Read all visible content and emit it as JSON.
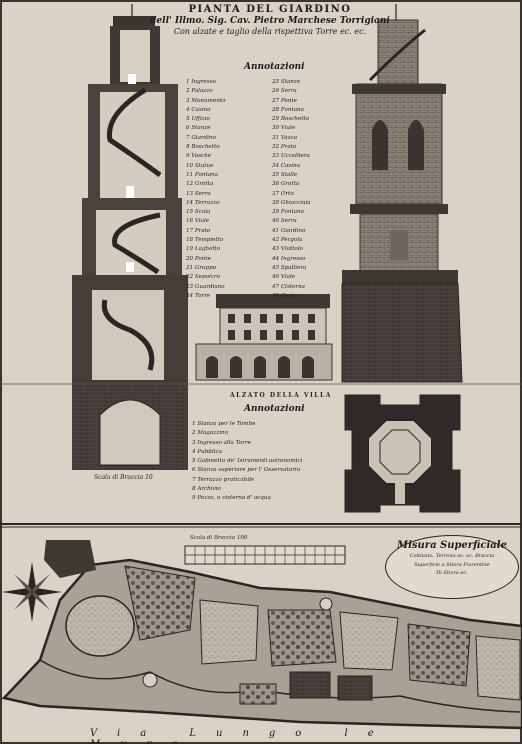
{
  "title": {
    "line1": "PIANTA DEL GIARDINO",
    "line2": "dell' Illmo. Sig. Cav. Pietro Marchese Torrigiani",
    "line3": "Con alzate e taglio della rispettiva Torre ec. ec."
  },
  "annotations_top": {
    "heading": "Annotazioni",
    "left_items": [
      "1 Ingresso",
      "2 Palazzo",
      "3 Monumento",
      "4 Casina",
      "5 Uffizio",
      "6 Stanze",
      "7 Giardino",
      "8 Boschetto",
      "9 Vasche",
      "10 Statue",
      "11 Fontana",
      "12 Grotta",
      "13 Serra",
      "14 Terrazzo",
      "15 Scala",
      "16 Viale",
      "17 Prato",
      "18 Tempietto",
      "19 Laghetto",
      "20 Ponte",
      "21 Gruppo",
      "22 Sepolcro",
      "23 Guardiano",
      "24 Torre"
    ],
    "right_items": [
      "25 Stanze",
      "26 Serra",
      "27 Ponte",
      "28 Fontana",
      "29 Boschetto",
      "30 Viale",
      "31 Vasca",
      "32 Prato",
      "33 Uccelliera",
      "34 Casina",
      "35 Stalle",
      "36 Grotta",
      "37 Orto",
      "38 Ghiacciaia",
      "39 Fontana",
      "40 Serra",
      "41 Giardino",
      "42 Pergola",
      "43 Viottolo",
      "44 Ingresso",
      "45 Spalliera",
      "46 Viale",
      "47 Cisterna",
      "48 Casino"
    ]
  },
  "annotations_bottom": {
    "heading": "Annotazioni",
    "items": [
      "1 Stanza per le Tombe",
      "2 Magazzino",
      "3 Ingresso alla Torre",
      "4 Pubblica",
      "5 Gabinetto de' Istrumenti astronomici",
      "6 Stanza superiore per l' Osservatorio",
      "7 Terrazzo praticabile",
      "8 Archivio",
      "9 Pozzo, o cisterna d' acqua"
    ]
  },
  "elevation_caption": "ALZATO DELLA VILLA",
  "scale_tower": "Scala di Braccia 10",
  "scale_plan": "Scala di Braccia 100",
  "misura": {
    "heading": "Misura Superficiale",
    "lines": [
      "Coltivato, Terreno ec. ec. Braccia",
      "Superficie a Stiora Fiorentine",
      "Di Stiora ec."
    ]
  },
  "street_label": "Via Lungo le Mura"
}
